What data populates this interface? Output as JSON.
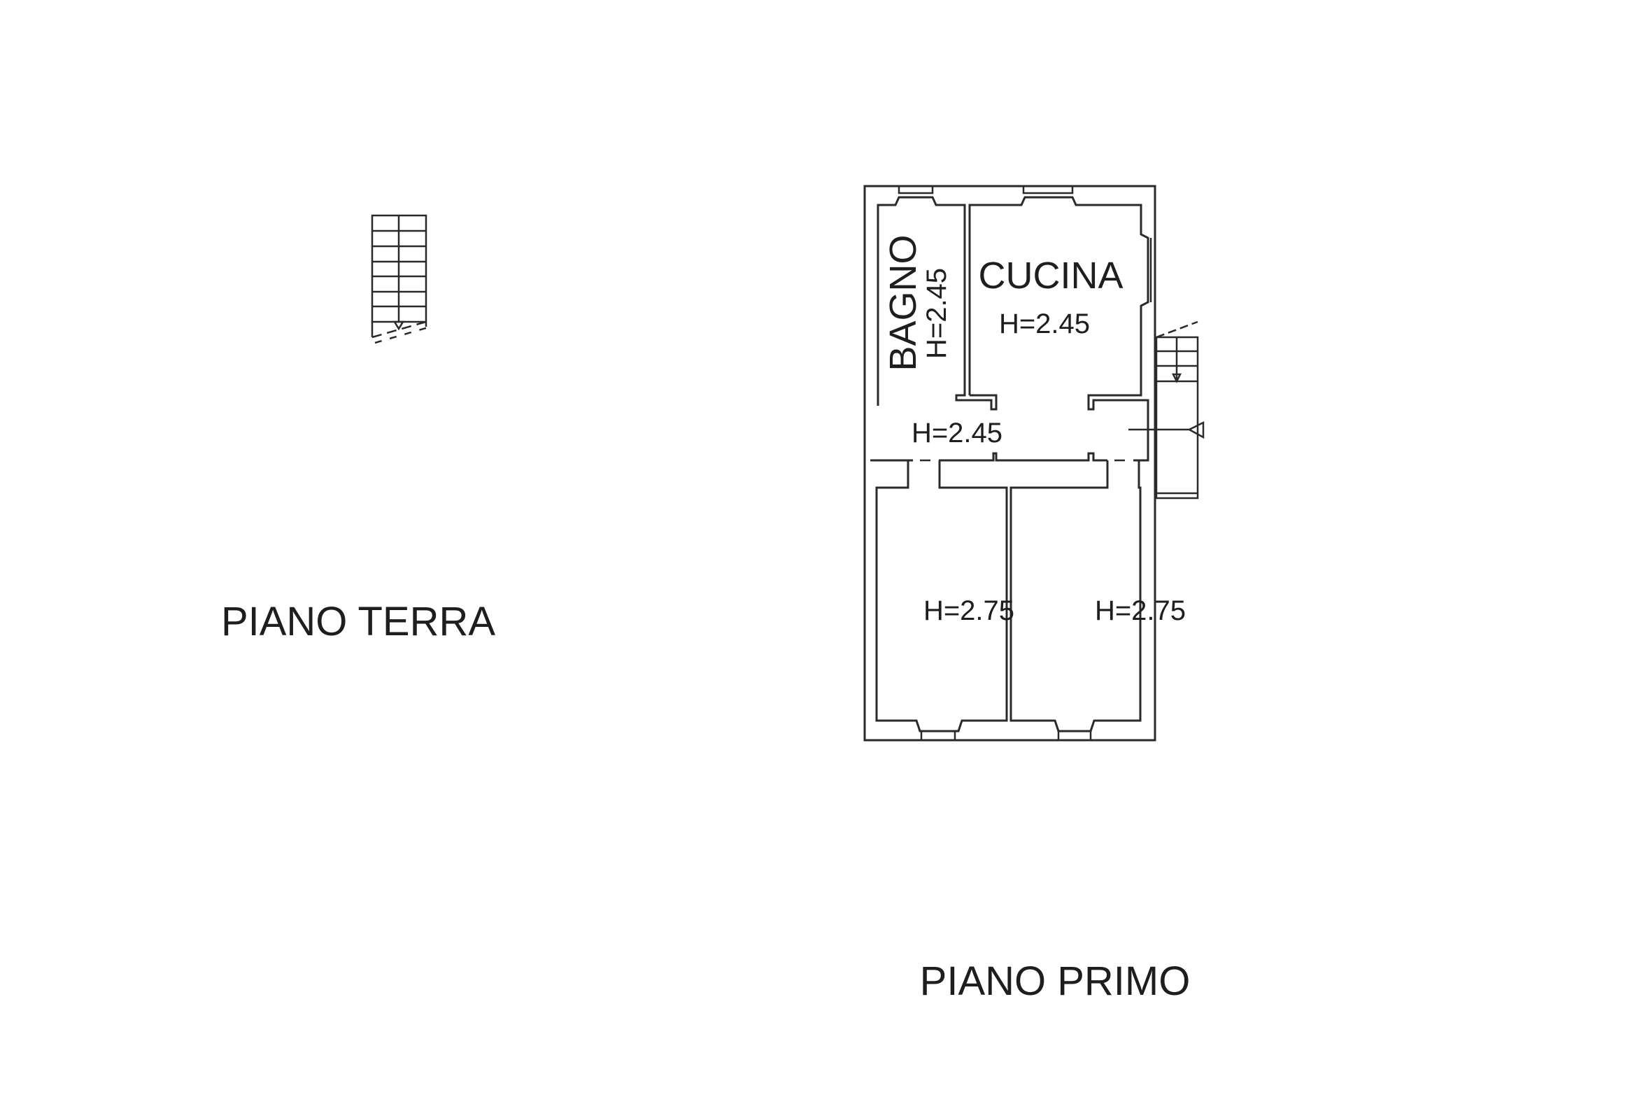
{
  "floors": {
    "ground": {
      "title": "PIANO TERRA"
    },
    "first": {
      "title": "PIANO PRIMO",
      "rooms": {
        "kitchen": {
          "name": "CUCINA",
          "height": "H=2.45"
        },
        "bathroom": {
          "name": "BAGNO",
          "height": "H=2.45"
        },
        "corridor": {
          "height": "H=2.45"
        },
        "room_left": {
          "height": "H=2.75"
        },
        "room_right": {
          "height": "H=2.75"
        }
      }
    }
  },
  "colors": {
    "line": "#2a2a2a",
    "background": "#ffffff"
  }
}
